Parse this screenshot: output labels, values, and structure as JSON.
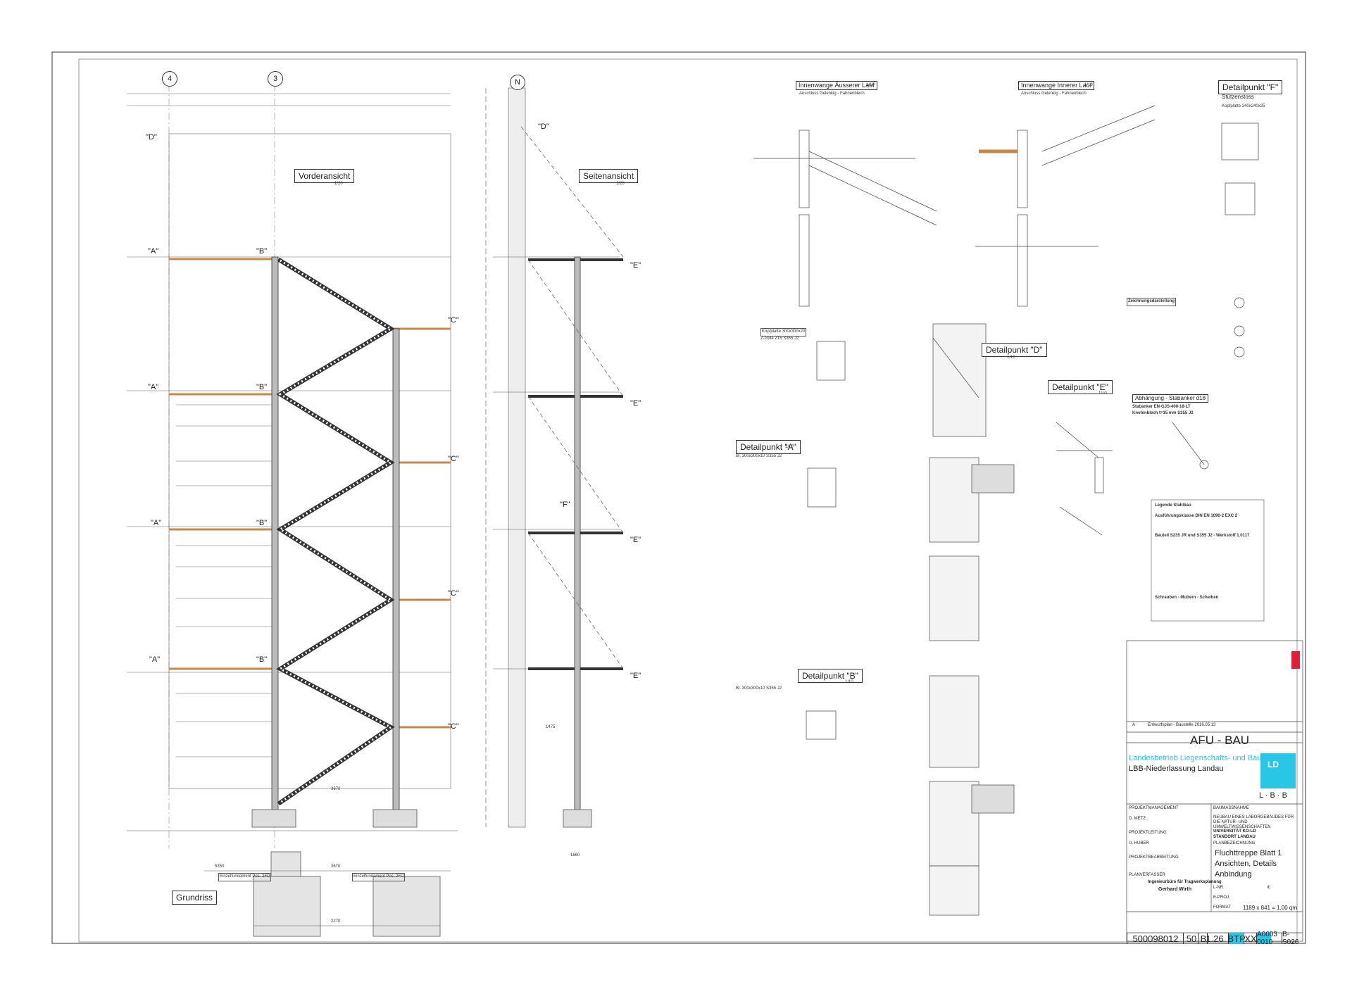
{
  "colors": {
    "line": "#333333",
    "beam": "#c8874a",
    "accent_cyan": "#2ac6e6",
    "accent_red": "#e0203a"
  },
  "grid": {
    "axis_4": "4",
    "axis_3": "3",
    "axis_n": "N"
  },
  "views": {
    "front": {
      "title": "Vorderansicht",
      "scale": "1/20"
    },
    "side": {
      "title": "Seitenansicht",
      "scale": "1/20"
    },
    "plan": {
      "title": "Grundriss"
    }
  },
  "front_labels": {
    "d": "\"D\"",
    "a1": "\"A\"",
    "b1": "\"B\"",
    "c1": "\"C\"",
    "a2": "\"A\"",
    "b2": "\"B\"",
    "c2": "\"C\"",
    "a3": "\"A\"",
    "b3": "\"B\"",
    "c3": "\"C\"",
    "a4": "\"A\"",
    "b4": "\"B\"",
    "c4": "\"C\"",
    "dim_3670": "3670"
  },
  "side_labels": {
    "d": "\"D\"",
    "e1": "\"E\"",
    "e2": "\"E\"",
    "e3": "\"E\"",
    "e4": "\"E\"",
    "f": "\"F\"",
    "dim_1475": "1475",
    "dim_1660": "1660"
  },
  "plan_labels": {
    "dim_5350": "5350",
    "dim_3670": "3670",
    "dim_2270": "2270",
    "fnd1": "Einzelfundament Pos. 2FD",
    "fnd2": "Einzelfundament Pos. 2FD"
  },
  "details": {
    "aussen": {
      "title": "Innenwange Äusserer Lauf",
      "sub": "Anschluss Gelenkig - Fahnenblech",
      "scale": "1/10"
    },
    "innen": {
      "title": "Innenwange Innerer Lauf",
      "sub": "Anschluss Gelenkig - Fahnenblech",
      "scale": "1/10"
    },
    "f": {
      "title": "Detailpunkt \"F\"",
      "sub": "Stützenstoss",
      "note": "Kopfplatte 240x240x25"
    },
    "d": {
      "title": "Detailpunkt \"D\"",
      "scale": "1/10"
    },
    "e": {
      "title": "Detailpunkt \"E\"",
      "scale": "1/10"
    },
    "a": {
      "title": "Detailpunkt \"A\"",
      "scale": "1/10",
      "spec": "Bl. 300x300x10  S355 J2"
    },
    "b": {
      "title": "Detailpunkt \"B\"",
      "scale": "1/10",
      "spec": "Bl. 300x300x10  S355 J2"
    },
    "abh": {
      "title": "Abhängung - Stabanker d18",
      "spec1": "Stabanker EN-GJS-400-18-LT",
      "spec2": "Knotenblech t=15 mm  S355 J2"
    },
    "kopf": {
      "title": "Kopfplatte 300x300x20",
      "spec": "Z-Güte Z15  S355 J2"
    }
  },
  "legend": {
    "title": "Legende Stahlbau",
    "l1": "Ausführungsklasse DIN EN 1090-2   EXC 2",
    "l2": "Bauteil S235 JR und S355 J2 - Werkstoff 1.0117",
    "l3": "Schrauben - Muttern - Scheiben",
    "note": "Zeichnungsdarstellung"
  },
  "titleblock": {
    "project_big": "AFU - BAU",
    "org1": "Landesbetrieb Liegenschafts- und Baubetreuung",
    "org2": "LBB-Niederlassung Landau",
    "project_mgmt": "PROJEKTMANAGEMENT",
    "pm_name": "D. METZ",
    "lead": "PROJEKTLEITUNG",
    "lead_name": "U. HUBER",
    "editor": "PROJEKTBEARBEITUNG",
    "planner": "PLANVERFASSER",
    "planner_firm": "Ingenieurbüro für Tragwerksplanung",
    "planner_name": "Gerhard Wirth",
    "measure": "BAUMASSNAHME",
    "measure_text": "NEUBAU EINES LABORGEBÄUDES FÜR DIE NATUR- UND UMWELTWISSENSCHAFTEN",
    "uni": "UNIVERSITÄT KO-LD",
    "site": "STANDORT LANDAU",
    "plan_label": "PLANBEZEICHNUNG",
    "plan1": "Fluchttreppe Blatt 1",
    "plan2": "Ansichten, Details",
    "plan3": "Anbindung",
    "format_label": "FORMAT",
    "format": "1189 x 841 = 1,00 qm",
    "lnr": "L-NR.",
    "euro": "€",
    "eproj": "E-PROJ.",
    "index": "A",
    "index_text": "Entwurfsplan - Baustelle 2016.05.13",
    "logo": "L · B · B",
    "logo_ld": "LD",
    "code": [
      {
        "v": "500098012"
      },
      {
        "v": "50"
      },
      {
        "v": "B"
      },
      {
        "v": "1.26"
      },
      {
        "v": "BTP"
      },
      {
        "v": "XX"
      },
      {
        "v": "A0003 0010"
      },
      {
        "v": "B-S026"
      }
    ]
  }
}
